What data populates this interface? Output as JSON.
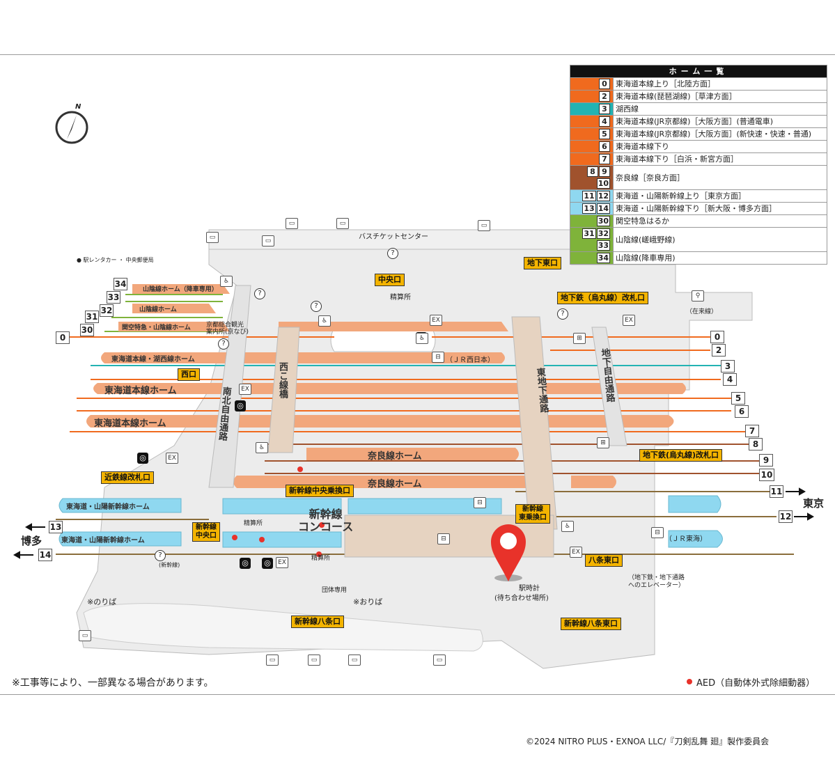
{
  "legend": {
    "title": "ホーム一覧",
    "rows": [
      {
        "nums": [
          "0"
        ],
        "text": "東海道本線上り［北陸方面］",
        "color": "#f06a1e"
      },
      {
        "nums": [
          "2"
        ],
        "text": "東海道本線(琵琶湖線)［草津方面］",
        "color": "#f06a1e"
      },
      {
        "nums": [
          "3"
        ],
        "text": "湖西線",
        "color": "#23b3b3"
      },
      {
        "nums": [
          "4"
        ],
        "text": "東海道本線(JR京都線)［大阪方面］(普通電車)",
        "color": "#f06a1e"
      },
      {
        "nums": [
          "5"
        ],
        "text": "東海道本線(JR京都線)［大阪方面］(新快速・快速・普通)",
        "color": "#f06a1e"
      },
      {
        "nums": [
          "6"
        ],
        "text": "東海道本線下り",
        "color": "#f06a1e"
      },
      {
        "nums": [
          "7"
        ],
        "text": "東海道本線下り［白浜・新宮方面］",
        "color": "#f06a1e"
      },
      {
        "nums": [
          "8",
          "9",
          "10"
        ],
        "text": "奈良線［奈良方面］",
        "color": "#a0522d"
      },
      {
        "nums": [
          "11",
          "12"
        ],
        "text": "東海道・山陽新幹線上り［東京方面］",
        "color": "#8fd8f0"
      },
      {
        "nums": [
          "13",
          "14"
        ],
        "text": "東海道・山陽新幹線下り［新大阪・博多方面］",
        "color": "#8fd8f0"
      },
      {
        "nums": [
          "30"
        ],
        "text": "関空特急はるか",
        "color": "#7fb33a"
      },
      {
        "nums": [
          "31",
          "32",
          "33"
        ],
        "text": "山陰線(嵯峨野線)",
        "color": "#7fb33a"
      },
      {
        "nums": [
          "34"
        ],
        "text": "山陰線(降車専用)",
        "color": "#7fb33a"
      }
    ]
  },
  "exits": {
    "chuo": "中央口",
    "nishi": "西口",
    "chika_higashi": "地下東口",
    "subway_karasuma_n": "地下鉄（烏丸線）改札口",
    "subway_karasuma_s": "地下鉄(烏丸線)改札口",
    "kintetsu": "近鉄線改札口",
    "shinkansen_chuo_norikae": "新幹線中央乗換口",
    "shinkansen_chuo": "新幹線\n中央口",
    "shinkansen_higashi_norikae": "新幹線\n東乗換口",
    "hachijo_higashi": "八条東口",
    "shinkansen_hachijo": "新幹線八条口",
    "shinkansen_hachijo_higashi": "新幹線八条東口"
  },
  "labels": {
    "bus_ticket": "バスチケットセンター",
    "rentacar": "● 駅レンタカー ・ 中央郵便局",
    "seisan_n": "精算所",
    "jr_west": "（ＪＲ西日本）",
    "jr_central": "（ＪＲ東海）",
    "kyoto_info": "京都総合観光\n案内所(京なび)",
    "seisan_s": "精算所",
    "seisan_s2": "精算所",
    "dantai": "団体専用",
    "noriba": "※のりば",
    "oriba": "※おりば",
    "clock": "駅時計",
    "meeting": "(待ち合わせ場所)",
    "elevator": "（地下鉄・地下通路\nへのエレベーター）",
    "zairai": "（在来線）",
    "shinkansen_label": "(新幹線)",
    "minami_kita": "南北自由通路",
    "nishi_kosen": "西こ線橋",
    "higashi_chika": "東地下通路",
    "chika_jiyu": "地下自由通路",
    "concourse": "新幹線\nコンコース",
    "tokyo": "東京",
    "hakata": "博多"
  },
  "platforms": {
    "p34": "山陰線ホーム（降車専用）",
    "p33": "山陰線ホーム",
    "p30": "関空特急・山陰線ホーム",
    "p_tokaido_kosei": "東海道本線・湖西線ホーム",
    "p_tokaido1": "東海道本線ホーム",
    "p_tokaido2": "東海道本線ホーム",
    "p_nara1": "奈良線ホーム",
    "p_nara2": "奈良線ホーム",
    "p_shin1": "東海道・山陽新幹線ホーム",
    "p_shin2": "東海道・山陽新幹線ホーム"
  },
  "track_numbers_right": [
    "0",
    "2",
    "3",
    "4",
    "5",
    "6",
    "7",
    "8",
    "9",
    "10",
    "11",
    "12"
  ],
  "track_numbers_left": [
    "34",
    "33",
    "32",
    "31",
    "30",
    "0",
    "13",
    "14"
  ],
  "notes": {
    "construction": "※工事等により、一部異なる場合があります。",
    "aed": "AED（自動体外式除細動器）",
    "copyright": "©2024 NITRO PLUS・EXNOA LLC/『刀剣乱舞 廻』製作委員会"
  },
  "compass": "N",
  "colors": {
    "orange": "#f06a1e",
    "salmon": "#f2a77c",
    "cyan": "#8fd8f0",
    "exit_yellow": "#f4b400",
    "marker_red": "#e8322a",
    "kosei_teal": "#23b3b3",
    "nara_brown": "#a0522d",
    "sanin_green": "#7fb33a"
  }
}
